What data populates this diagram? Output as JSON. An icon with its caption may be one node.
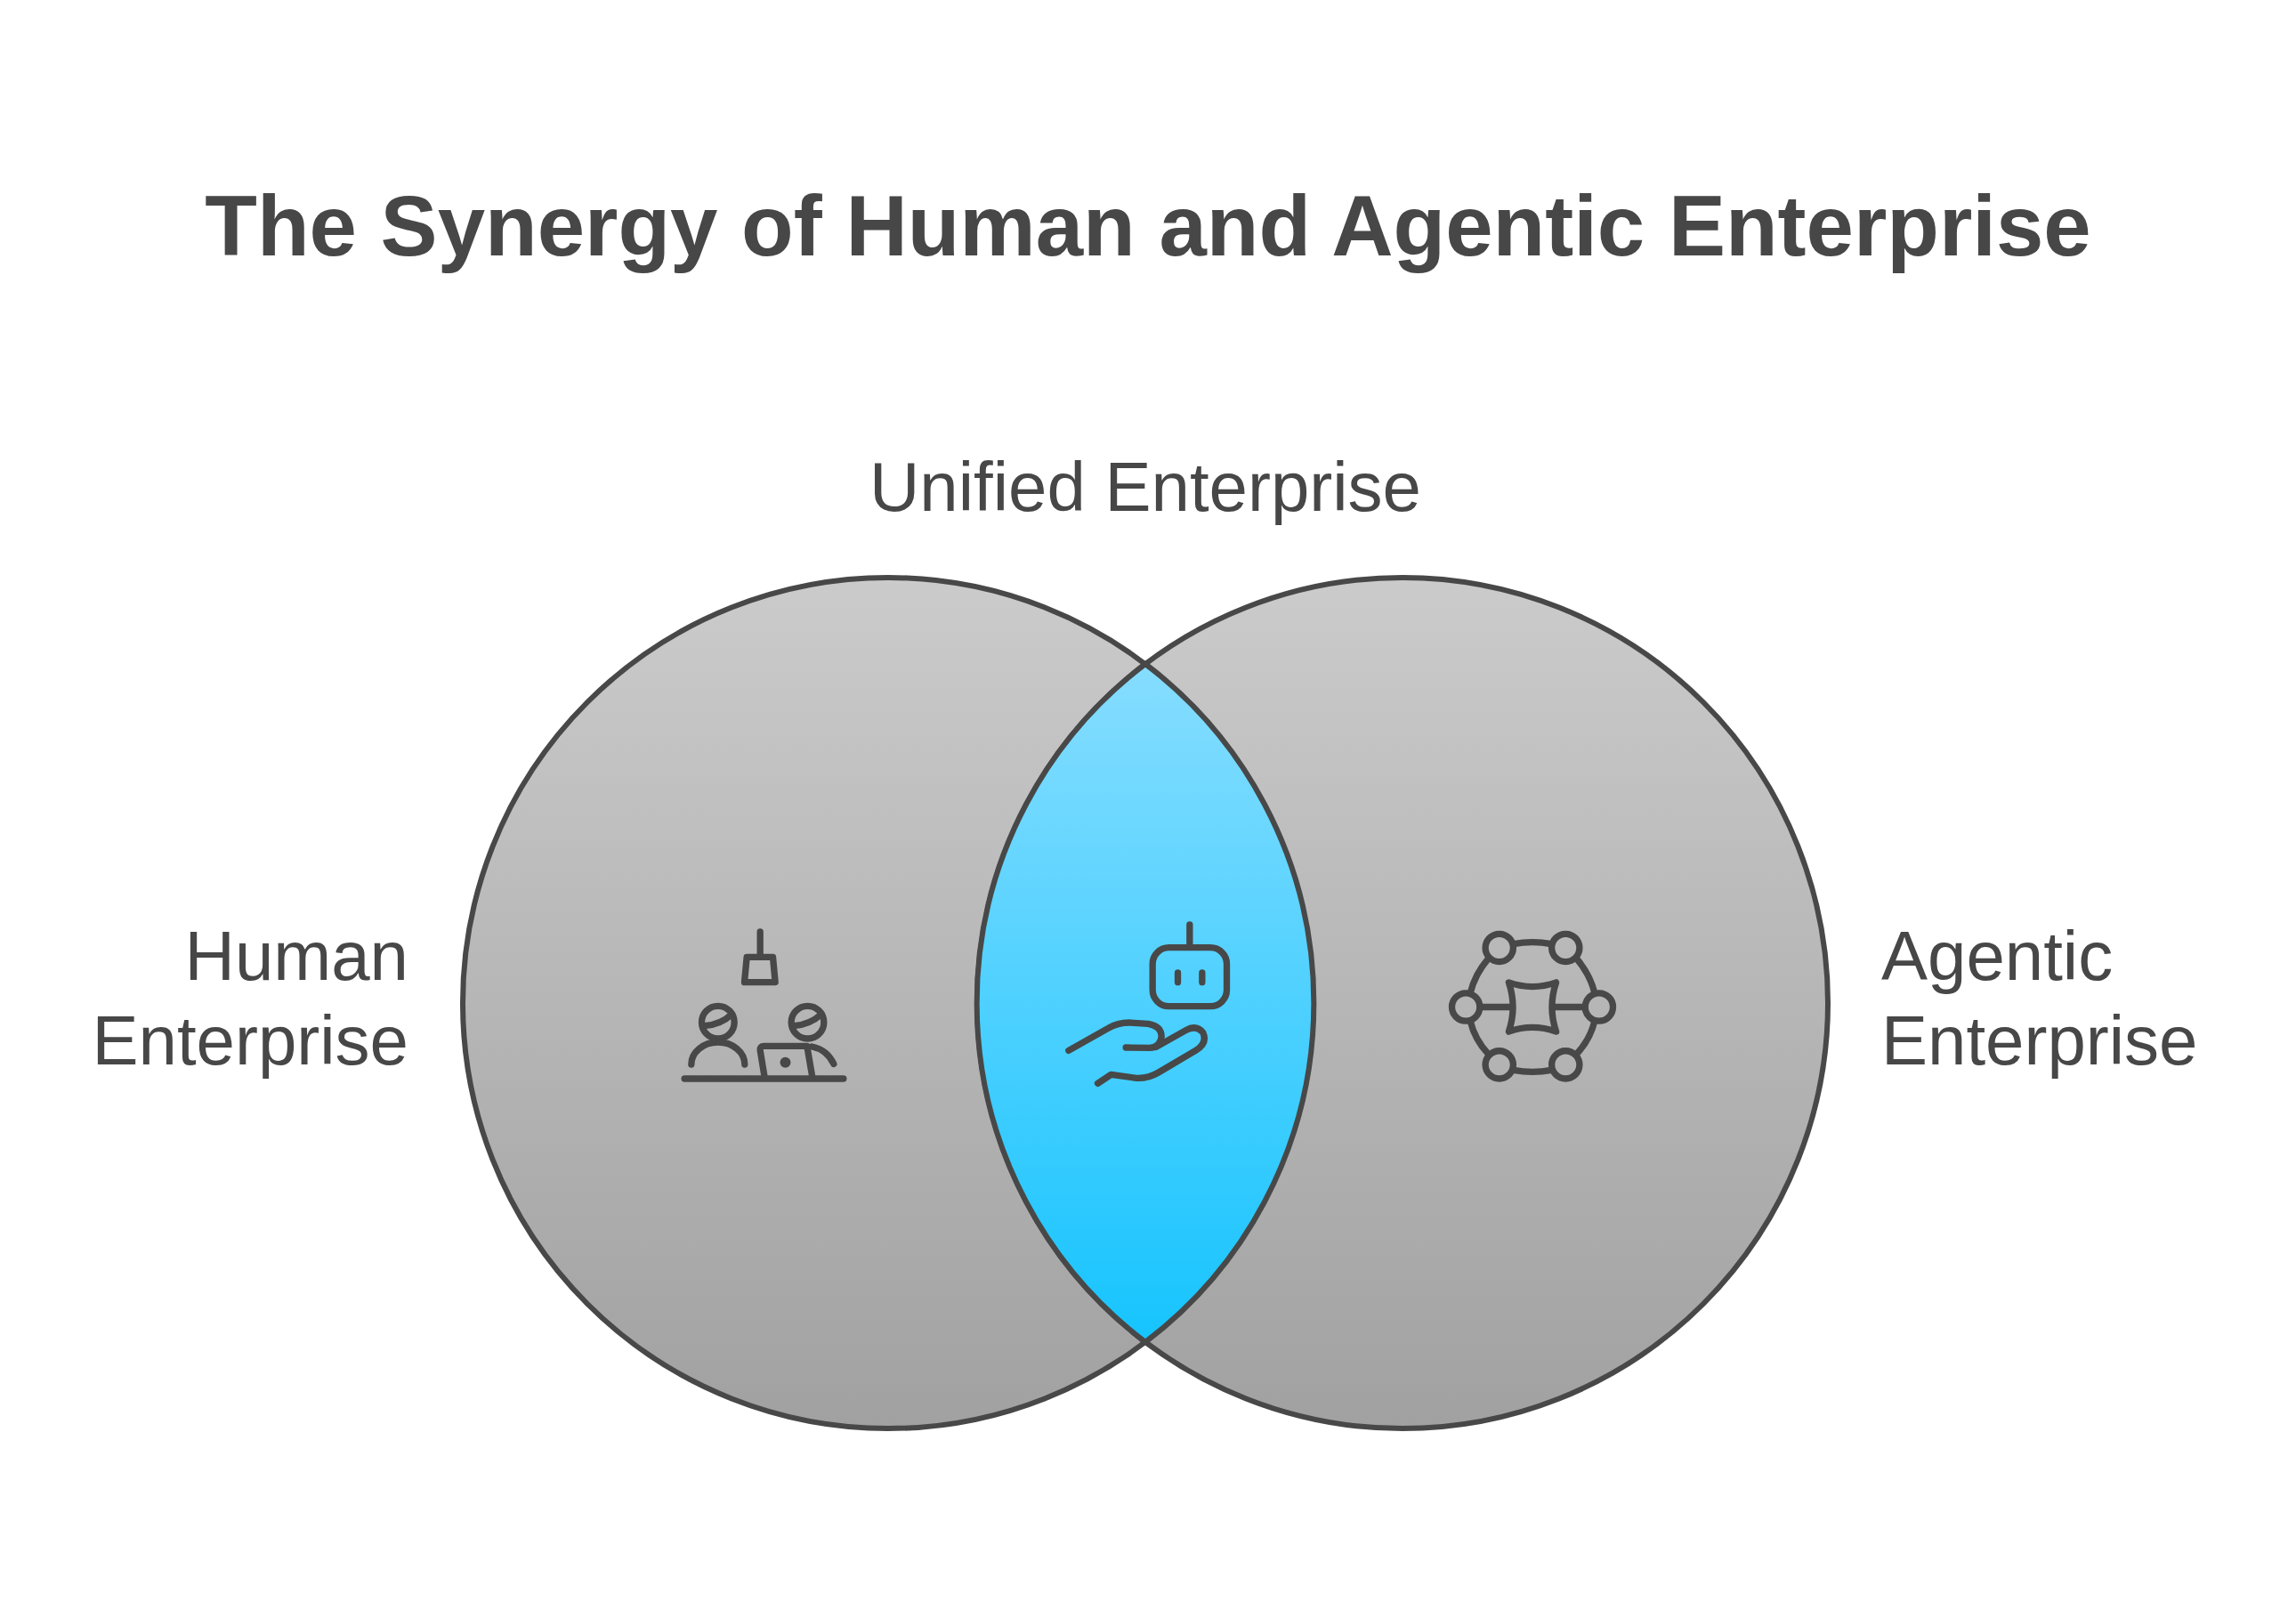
{
  "diagram": {
    "title": "The Synergy of Human and Agentic Enterprise",
    "nodes": [
      {
        "text": [
          "Human Enterprise"
        ]
      },
      {
        "text": [
          "Agentic Enterprise"
        ]
      },
      {
        "text": [
          "Unified Enterprise"
        ]
      }
    ]
  }
}
